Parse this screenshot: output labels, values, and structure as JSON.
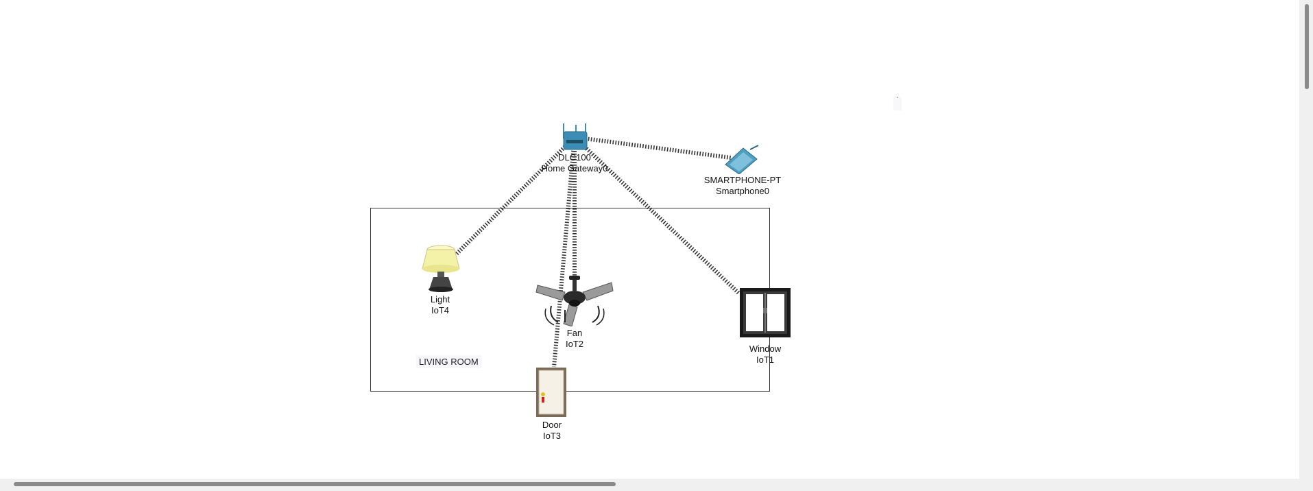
{
  "room": {
    "note": "LIVING ROOM"
  },
  "tiny_note": "`",
  "devices": {
    "gateway": {
      "model": "DLC100",
      "name": "Home Gateway0"
    },
    "smartphone": {
      "model": "SMARTPHONE-PT",
      "name": "Smartphone0"
    },
    "light": {
      "model": "Light",
      "name": "IoT4"
    },
    "fan": {
      "model": "Fan",
      "name": "IoT2"
    },
    "window": {
      "model": "Window",
      "name": "IoT1"
    },
    "door": {
      "model": "Door",
      "name": "IoT3"
    }
  },
  "links": [
    {
      "from": "gateway",
      "to": "smartphone"
    },
    {
      "from": "gateway",
      "to": "light"
    },
    {
      "from": "gateway",
      "to": "fan"
    },
    {
      "from": "gateway",
      "to": "window"
    },
    {
      "from": "gateway",
      "to": "door"
    }
  ],
  "colors": {
    "link": "#333333",
    "gateway": "#3c8db5",
    "smartphone": "#4f9fc0",
    "lampshade": "#f4f2a8",
    "frame": "#1a1a1a"
  }
}
